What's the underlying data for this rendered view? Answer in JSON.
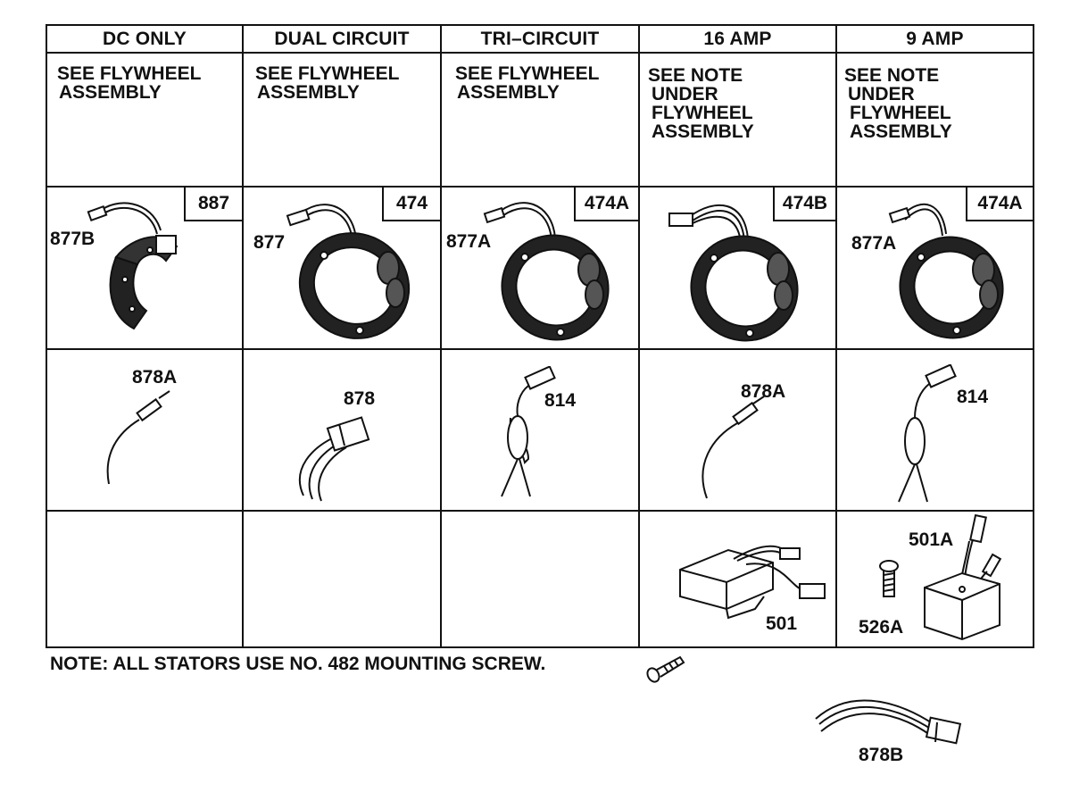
{
  "headers": [
    "DC ONLY",
    "DUAL CIRCUIT",
    "TRI–CIRCUIT",
    "16 AMP",
    "9 AMP"
  ],
  "notes": [
    [
      "SEE FLYWHEEL",
      "ASSEMBLY"
    ],
    [
      "SEE FLYWHEEL",
      "ASSEMBLY"
    ],
    [
      "SEE FLYWHEEL",
      "ASSEMBLY"
    ],
    [
      "SEE NOTE",
      "UNDER",
      "FLYWHEEL",
      "ASSEMBLY"
    ],
    [
      "SEE NOTE",
      "UNDER",
      "FLYWHEEL",
      "ASSEMBLY"
    ]
  ],
  "stators": [
    {
      "box": "887",
      "lead": "877B"
    },
    {
      "box": "474",
      "lead": "877"
    },
    {
      "box": "474A",
      "lead": "877A"
    },
    {
      "box": "474B",
      "lead": ""
    },
    {
      "box": "474A",
      "lead": "877A"
    }
  ],
  "harness": [
    "878A",
    "878",
    "814",
    "878A",
    "814"
  ],
  "regulators": {
    "amp16": "501",
    "amp9": "501A",
    "screw": "526A"
  },
  "footnote": "NOTE: ALL STATORS USE NO. 482 MOUNTING SCREW.",
  "extra_part": "878B"
}
